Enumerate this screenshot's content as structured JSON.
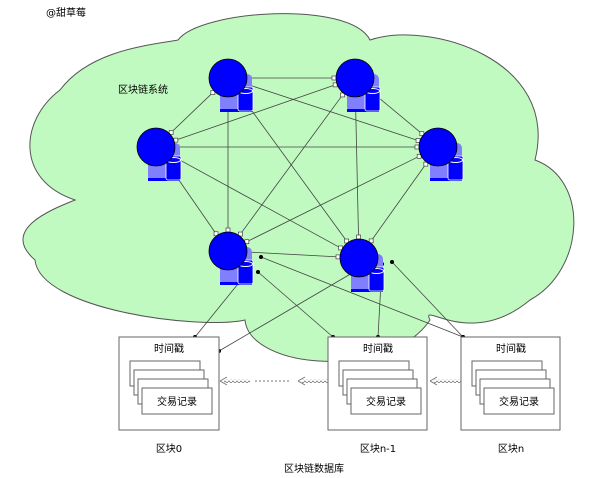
{
  "watermark": "@甜草莓",
  "cloud": {
    "label": "区块链系统",
    "fill": "#c0fac0",
    "stroke": "#555555"
  },
  "node_color": "#0000ff",
  "server_color": "#8080ff",
  "nodes": [
    {
      "id": "node-top-left"
    },
    {
      "id": "node-top-right"
    },
    {
      "id": "node-mid-left"
    },
    {
      "id": "node-mid-right"
    },
    {
      "id": "node-bottom-left"
    },
    {
      "id": "node-bottom-right"
    }
  ],
  "peer_links": [
    [
      0,
      1
    ],
    [
      0,
      2
    ],
    [
      0,
      3
    ],
    [
      0,
      4
    ],
    [
      0,
      5
    ],
    [
      1,
      2
    ],
    [
      1,
      3
    ],
    [
      1,
      4
    ],
    [
      1,
      5
    ],
    [
      2,
      3
    ],
    [
      2,
      4
    ],
    [
      2,
      5
    ],
    [
      3,
      4
    ],
    [
      3,
      5
    ],
    [
      4,
      5
    ]
  ],
  "blocks": [
    {
      "timestamp_label": "时间戳",
      "tx_label": "交易记录",
      "caption": "区块0"
    },
    {
      "timestamp_label": "时间戳",
      "tx_label": "交易记录",
      "caption": "区块n-1"
    },
    {
      "timestamp_label": "时间戳",
      "tx_label": "交易记录",
      "caption": "区块n"
    }
  ],
  "storage_links": [
    {
      "from_node": 4,
      "to_block": 0
    },
    {
      "from_node": 4,
      "to_block": 1
    },
    {
      "from_node": 4,
      "to_block": 2
    },
    {
      "from_node": 5,
      "to_block": 0
    },
    {
      "from_node": 5,
      "to_block": 1
    },
    {
      "from_node": 5,
      "to_block": 2
    }
  ],
  "database_label": "区块链数据库"
}
